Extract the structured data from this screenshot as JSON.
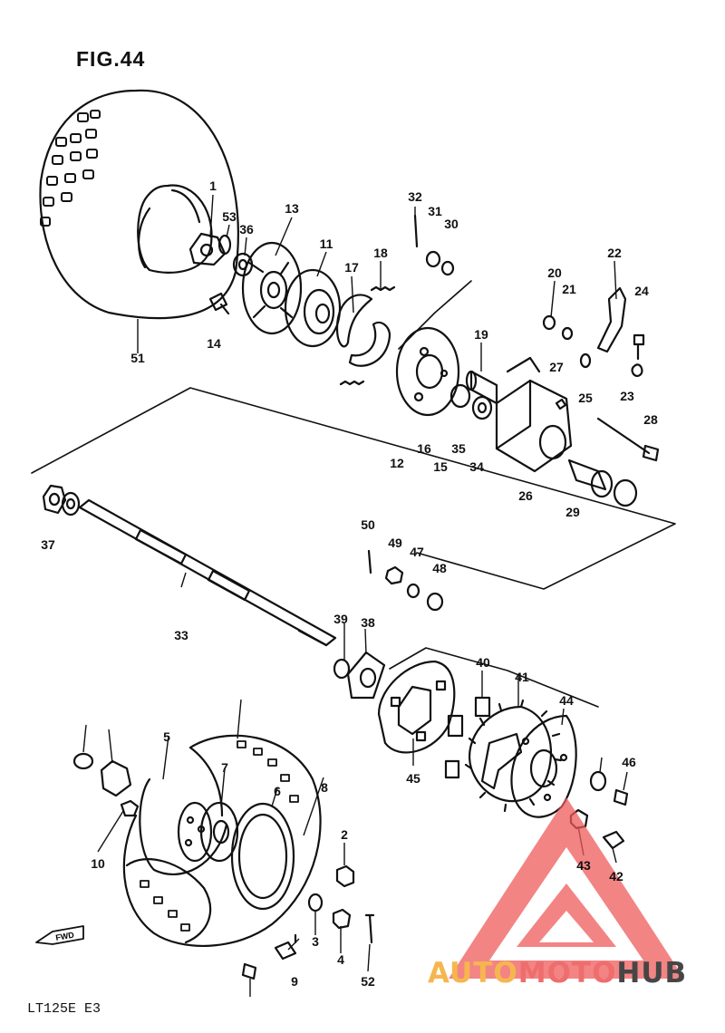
{
  "figure": {
    "title": "FIG.44",
    "model_code": "LT125E  E3"
  },
  "watermark": {
    "part1": "AUTO",
    "part2": "MOTO",
    "part3": "HUB",
    "colors": {
      "auto": "#f6b64f",
      "moto": "#ef6d6d",
      "hub": "#464646",
      "logo": "#ef5b5b"
    }
  },
  "direction_marker": {
    "label": "FWD"
  },
  "callouts": [
    "1",
    "53",
    "36",
    "13",
    "11",
    "32",
    "31",
    "30",
    "18",
    "17",
    "22",
    "20",
    "21",
    "24",
    "14",
    "51",
    "19",
    "25",
    "27",
    "23",
    "12",
    "16",
    "15",
    "35",
    "34",
    "26",
    "28",
    "29",
    "37",
    "33",
    "50",
    "49",
    "47",
    "48",
    "39",
    "38",
    "40",
    "41",
    "44",
    "45",
    "46",
    "43",
    "42",
    "10",
    "5",
    "7",
    "6",
    "8",
    "2",
    "3",
    "4",
    "52",
    "9"
  ]
}
